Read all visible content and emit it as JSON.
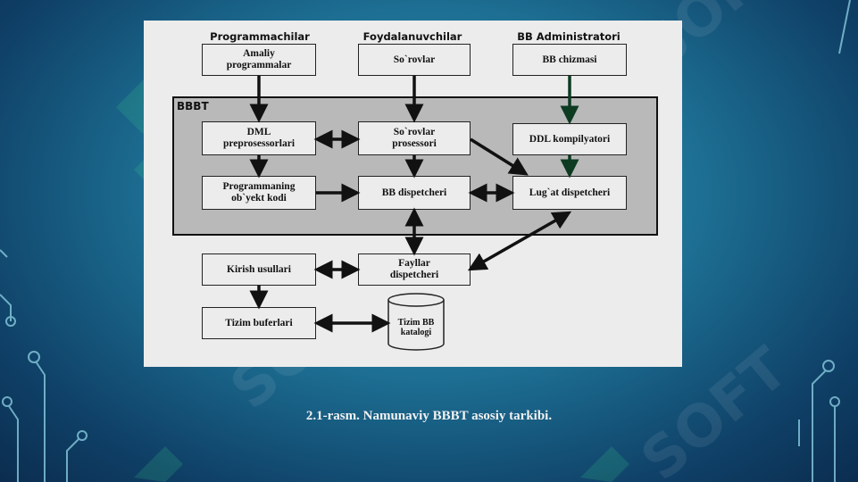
{
  "diagram": {
    "headers": {
      "programmers": "Programmachilar",
      "users": "Foydalanuvchilar",
      "admins": "BB Administratori"
    },
    "boxes": {
      "app_programs": "Amaliy\nprogrammalar",
      "queries": "So`rovlar",
      "db_schema": "BB chizmasi",
      "dml_preprocessors": "DML\npreprosessorlari",
      "query_processor": "So`rovlar\nprosessori",
      "ddl_compiler": "DDL kompilyatori",
      "object_code": "Programmaning\nob`yekt kodi",
      "db_dispatcher": "BB dispetcheri",
      "dict_dispatcher": "Lug`at dispetcheri",
      "access_methods": "Kirish usullari",
      "file_dispatcher": "Fayllar\ndispetcheri",
      "system_buffers": "Tizim buferlari",
      "catalog": "Tizim BB\nkatalogi"
    },
    "frame_label": "BBBT"
  },
  "caption": "2.1-rasm. Namunaviy BBBT asosiy tarkibi.",
  "colors": {
    "panel": "#ececec",
    "frame_fill": "#b9b9b9",
    "arrow": "#111111",
    "admin_arrow": "#0d3b22"
  }
}
